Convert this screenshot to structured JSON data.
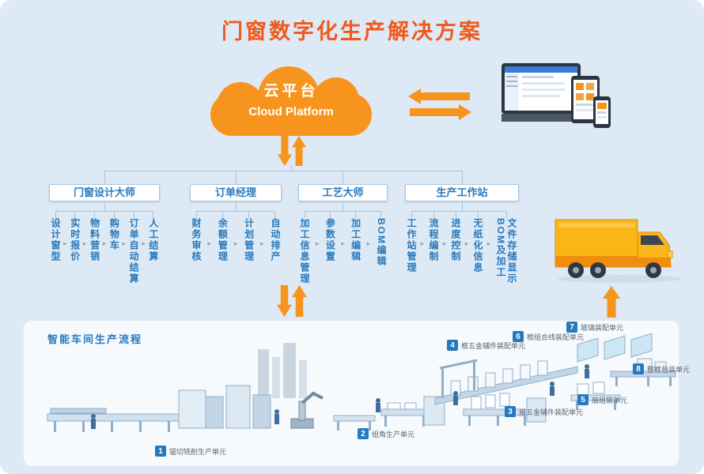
{
  "title": "门窗数字化生产解决方案",
  "cloud": {
    "title": "云平台",
    "subtitle": "Cloud Platform"
  },
  "tree": {
    "groups": [
      {
        "label": "门窗设计大师",
        "children": [
          "设计窗型",
          "实时报价",
          "物料营销",
          "购物车",
          "订单自动结算",
          "人工结算"
        ]
      },
      {
        "label": "订单经理",
        "children": [
          "财务审核",
          "余额管理",
          "计划管理",
          "自动排产"
        ]
      },
      {
        "label": "工艺大师",
        "children": [
          "加工信息管理",
          "参数设置",
          "加工编辑",
          "BOM编辑"
        ]
      },
      {
        "label": "生产工作站",
        "children": [
          "工作站管理",
          "流程编制",
          "进度控制",
          "无纸化信息",
          "文件存储显示BOM及加工"
        ]
      }
    ]
  },
  "workshop": {
    "title": "智能车间生产流程",
    "stations": [
      {
        "num": "1",
        "label": "锯切铣削生产单元"
      },
      {
        "num": "2",
        "label": "组角生产单元"
      },
      {
        "num": "3",
        "label": "扇五金辅件装配单元"
      },
      {
        "num": "4",
        "label": "框五金辅件装配单元"
      },
      {
        "num": "5",
        "label": "扇组装单元"
      },
      {
        "num": "6",
        "label": "框组合线装配单元"
      },
      {
        "num": "7",
        "label": "玻璃装配单元"
      },
      {
        "num": "8",
        "label": "整框包装单元"
      }
    ]
  },
  "colors": {
    "accent_orange": "#f7941d",
    "title_orange": "#f2581c",
    "blue": "#2779bd",
    "background": "#dde9f4"
  }
}
